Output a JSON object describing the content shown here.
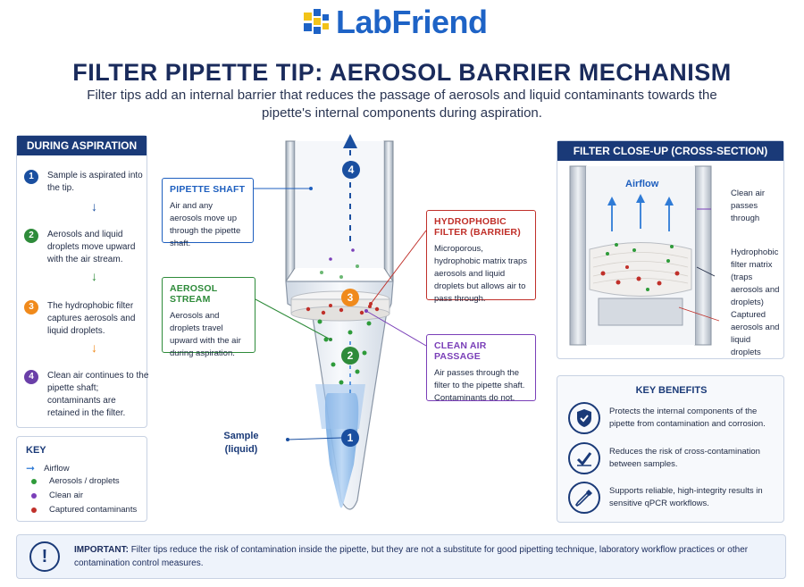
{
  "logo": {
    "part1": "Lab",
    "part2": "Friend"
  },
  "title": "FILTER PIPETTE TIP: AEROSOL BARRIER MECHANISM",
  "subtitle": "Filter tips add an internal barrier that reduces the passage of aerosols and liquid contaminants towards the pipette's internal components during aspiration.",
  "aspiration": {
    "heading": "DURING ASPIRATION",
    "steps": [
      {
        "num": "1",
        "text": "Sample is aspirated into the tip.",
        "color": "#1a4fa0"
      },
      {
        "num": "2",
        "text": "Aerosols and liquid droplets move upward with the air stream.",
        "color": "#2e8b3a"
      },
      {
        "num": "3",
        "text": "The hydrophobic filter captures aerosols and liquid droplets.",
        "color": "#f08a1c"
      },
      {
        "num": "4",
        "text": "Clean air continues to the pipette shaft; contaminants are retained in the filter.",
        "color": "#6a3fa8"
      }
    ]
  },
  "key": {
    "heading": "KEY",
    "items": [
      {
        "label": "Airflow",
        "color": "#2f7bd6"
      },
      {
        "label": "Aerosols / droplets",
        "color": "#2e9b3a"
      },
      {
        "label": "Clean air",
        "color": "#7a3fb8"
      },
      {
        "label": "Captured contaminants",
        "color": "#c0302a"
      }
    ]
  },
  "callouts": {
    "shaft": {
      "title": "PIPETTE SHAFT",
      "text": "Air and any aerosols move up through the pipette shaft.",
      "color": "#1e5fbf"
    },
    "aerosol": {
      "title": "AEROSOL STREAM",
      "text": "Aerosols and droplets travel upward with the air during aspiration.",
      "color": "#2e8b3a"
    },
    "filter": {
      "title": "HYDROPHOBIC FILTER (BARRIER)",
      "text": "Microporous, hydrophobic matrix traps aerosols and liquid droplets but allows air to pass through.",
      "color": "#c0302a"
    },
    "clean": {
      "title": "CLEAN AIR PASSAGE",
      "text": "Air passes through the filter to the pipette shaft. Contaminants do not.",
      "color": "#7a3fb8"
    }
  },
  "tip": {
    "sample_label_1": "Sample",
    "sample_label_2": "(liquid)",
    "markers": [
      "1",
      "2",
      "3",
      "4"
    ]
  },
  "closeup": {
    "heading": "FILTER CLOSE-UP (CROSS-SECTION)",
    "airflow": "Airflow",
    "label_clean": "Clean air passes through",
    "label_matrix": "Hydrophobic filter matrix (traps aerosols and droplets)",
    "label_captured": "Captured aerosols and liquid droplets"
  },
  "benefits": {
    "heading": "KEY BENEFITS",
    "items": [
      {
        "icon": "shield-check-icon",
        "text": "Protects the internal components of the pipette from contamination and corrosion."
      },
      {
        "icon": "checkmark-icon",
        "text": "Reduces the risk of cross-contamination between samples."
      },
      {
        "icon": "pipette-icon",
        "text": "Supports reliable, high-integrity results in sensitive qPCR workflows."
      }
    ]
  },
  "important": {
    "label": "IMPORTANT:",
    "text": " Filter tips reduce the risk of contamination inside the pipette, but they are not a substitute for good pipetting technique, laboratory workflow practices or other contamination control measures."
  }
}
